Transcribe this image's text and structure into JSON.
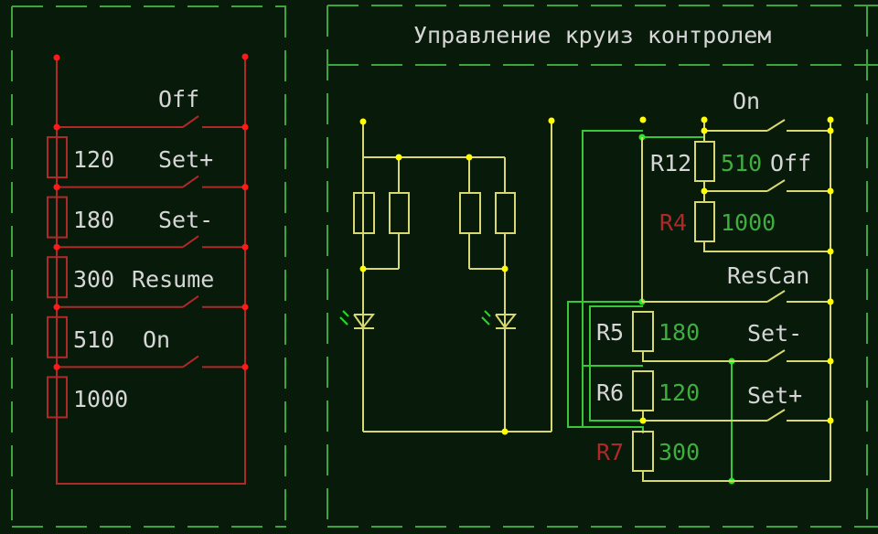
{
  "title": "Управление круиз контролем",
  "colors": {
    "background": "#081a0a",
    "frame": "#3fa33f",
    "left_wire": "#b02828",
    "left_node": "#ff1a1a",
    "right_wire": "#d8d870",
    "right_node": "#ffff00",
    "green_wire": "#37c837",
    "label_text": "#d6d6d6",
    "value_text": "#3fae3f",
    "ref_highlight": "#b02828"
  },
  "left_ladder": {
    "rungs": [
      {
        "resistor": "120",
        "switch": "Off"
      },
      {
        "resistor": "180",
        "switch": "Set+"
      },
      {
        "resistor": "300",
        "switch": "Set-"
      },
      {
        "resistor": "510",
        "switch": "Resume"
      },
      {
        "resistor": "1000",
        "switch": "On"
      }
    ],
    "switch_labels": [
      "Off",
      "Set+",
      "Set-",
      "Resume",
      "On"
    ],
    "resistor_values": [
      "120",
      "180",
      "300",
      "510",
      "1000"
    ]
  },
  "right_circuit": {
    "switches": [
      "On",
      "Off",
      "ResCan",
      "Set-",
      "Set+"
    ],
    "resistors": [
      {
        "ref": "R12",
        "value": "510",
        "highlight": false
      },
      {
        "ref": "R4",
        "value": "1000",
        "highlight": true
      },
      {
        "ref": "R5",
        "value": "180",
        "highlight": false
      },
      {
        "ref": "R6",
        "value": "120",
        "highlight": false
      },
      {
        "ref": "R7",
        "value": "300",
        "highlight": true
      }
    ]
  }
}
